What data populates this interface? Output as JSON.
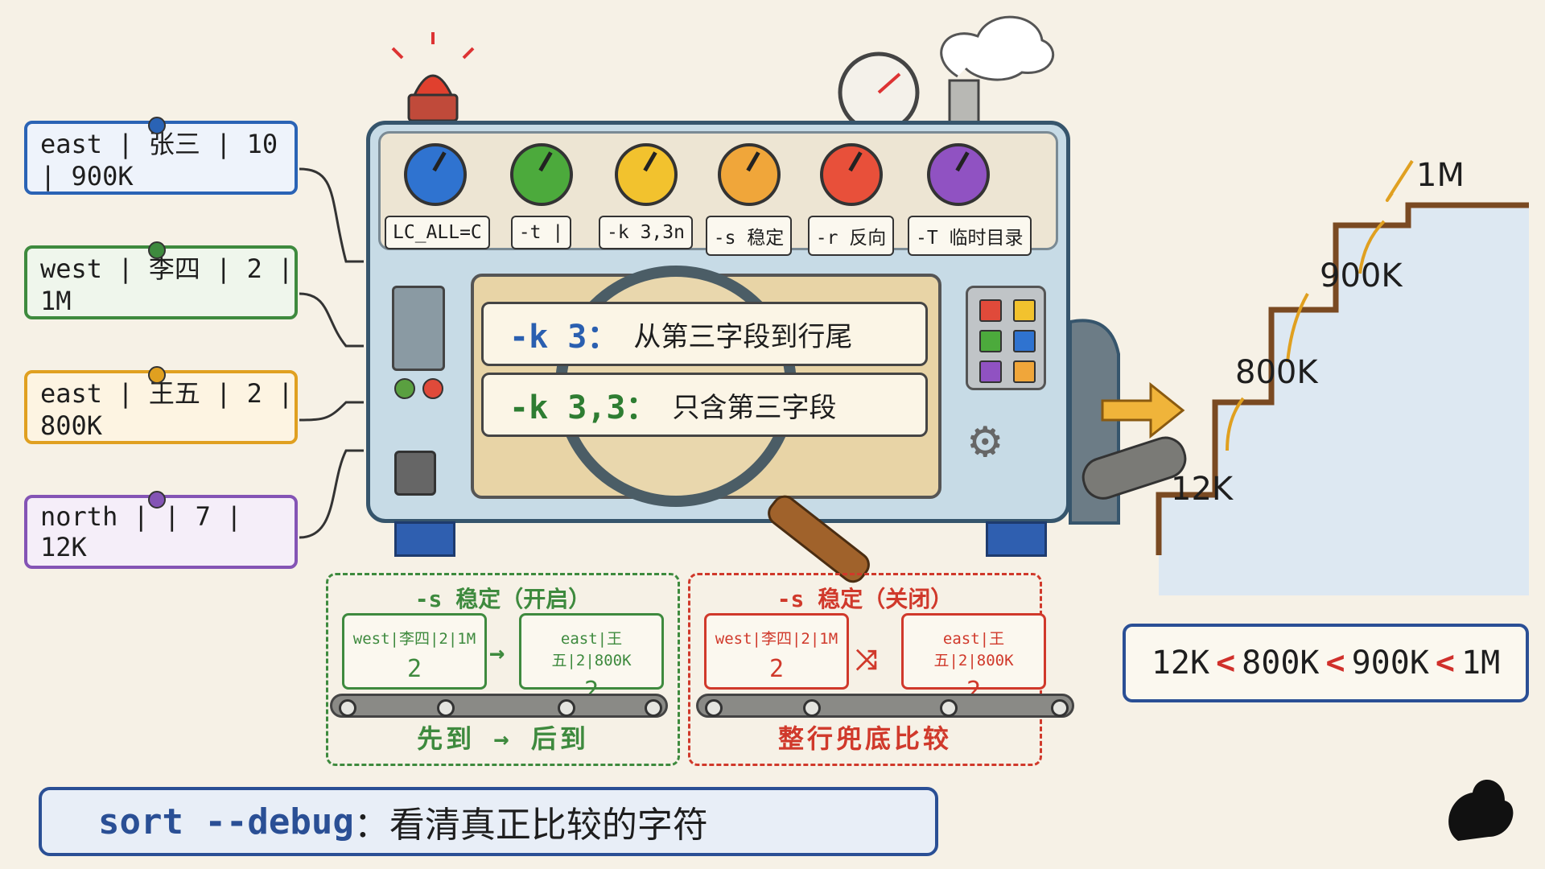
{
  "inputs": [
    {
      "text": "east | 张三 | 10 | 900K",
      "color": "#2a63b5"
    },
    {
      "text": "west | 李四 | 2 | 1M",
      "color": "#3e8a3e"
    },
    {
      "text": "east | 王五 | 2 | 800K",
      "color": "#e0a020"
    },
    {
      "text": "north | | 7 | 12K",
      "color": "#8454b5"
    }
  ],
  "knobs": [
    {
      "label": "LC_ALL=C",
      "color": "#2f73d0"
    },
    {
      "label": "-t |",
      "color": "#4caa3c"
    },
    {
      "label": "-k 3,3n",
      "color": "#f2c22e"
    },
    {
      "label": "-s 稳定",
      "color": "#f0a63a"
    },
    {
      "label": "-r 反向",
      "color": "#e8503a"
    },
    {
      "label": "-T 临时目录",
      "color": "#9052c2"
    }
  ],
  "screen": {
    "line1": {
      "opt": "-k 3：",
      "desc": "从第三字段到行尾",
      "color": "#2a5fb0"
    },
    "line2": {
      "opt": "-k 3,3：",
      "desc": "只含第三字段",
      "color": "#2e7d32"
    }
  },
  "stable_on": {
    "title": "-s 稳定（开启）",
    "left": {
      "row": "west|李四|2|1M",
      "key": "2"
    },
    "right": {
      "row": "east|王五|2|800K",
      "key": "2"
    },
    "footer": "先到 → 后到",
    "color": "#3e8a3e"
  },
  "stable_off": {
    "title": "-s 稳定（关闭）",
    "left": {
      "row": "west|李四|2|1M",
      "key": "2"
    },
    "right": {
      "row": "east|王五|2|800K",
      "key": "2"
    },
    "footer": "整行兜底比较",
    "color": "#d0392b"
  },
  "stairs": [
    "12K",
    "800K",
    "900K",
    "1M"
  ],
  "order": [
    "12K",
    "<",
    "800K",
    "<",
    "900K",
    "<",
    "1M"
  ],
  "debug": {
    "cmd": "sort --debug",
    "sep": "：",
    "desc": "看清真正比较的字符"
  }
}
